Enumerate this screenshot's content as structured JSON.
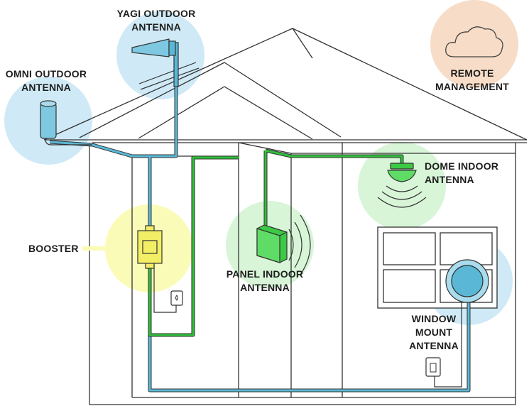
{
  "diagram": {
    "labels": {
      "yagi": [
        "YAGI OUTDOOR",
        "ANTENNA"
      ],
      "omni": [
        "OMNI OUTDOOR",
        "ANTENNA"
      ],
      "remote": [
        "REMOTE",
        "MANAGEMENT"
      ],
      "dome": [
        "DOME INDOOR",
        "ANTENNA"
      ],
      "booster": [
        "BOOSTER"
      ],
      "panel": [
        "PANEL INDOOR",
        "ANTENNA"
      ],
      "window": [
        "WINDOW",
        "MOUNT",
        "ANTENNA"
      ]
    },
    "colors": {
      "blue_circle": "#cfeaf6",
      "green_circle": "#d8f5d8",
      "yellow_circle": "#fbfbb8",
      "orange_circle": "#f7dcc7",
      "blue_cable": "#5ab8d6",
      "green_cable": "#2fbf3a",
      "booster": "#f2ee66",
      "line": "#333333"
    },
    "icons": [
      "cloud-icon",
      "yagi-antenna-icon",
      "omni-antenna-icon",
      "booster-icon",
      "panel-antenna-icon",
      "dome-antenna-icon",
      "window-mount-antenna-icon",
      "power-outlet-icon"
    ]
  }
}
